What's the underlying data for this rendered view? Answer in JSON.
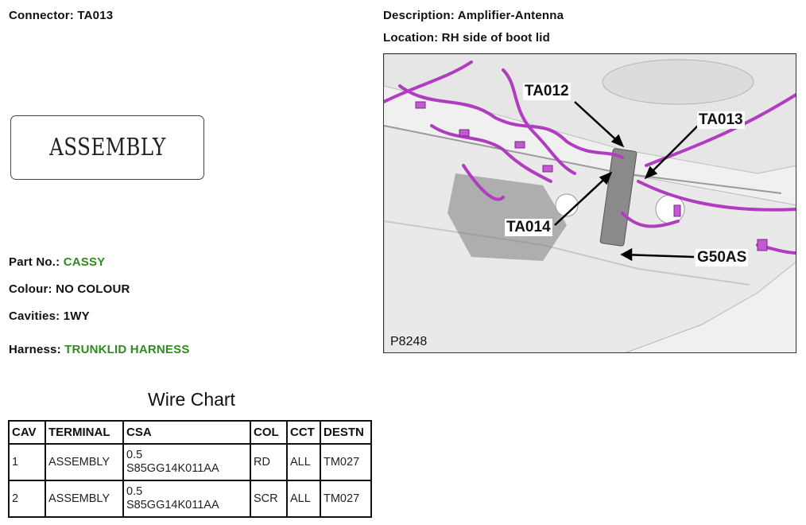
{
  "connector": {
    "label": "Connector:",
    "value": "TA013"
  },
  "description": {
    "label": "Description:",
    "value": "Amplifier-Antenna"
  },
  "location": {
    "label": "Location:",
    "value": "RH side of boot lid"
  },
  "assembly_box": {
    "text": "ASSEMBLY"
  },
  "part_no": {
    "label": "Part No.:",
    "value": "CASSY"
  },
  "colour": {
    "label": "Colour:",
    "value": "NO COLOUR"
  },
  "cavities": {
    "label": "Cavities:",
    "value": "1WY"
  },
  "harness": {
    "label": "Harness:",
    "value": "TRUNKLID HARNESS"
  },
  "photo": {
    "id": "P8248",
    "callouts": {
      "ta012": "TA012",
      "ta013": "TA013",
      "ta014": "TA014",
      "g50as": "G50AS"
    }
  },
  "wire_chart": {
    "title": "Wire Chart",
    "headers": [
      "CAV",
      "TERMINAL",
      "CSA",
      "COL",
      "CCT",
      "DESTN"
    ],
    "rows": [
      {
        "cav": "1",
        "terminal": "ASSEMBLY",
        "csa_size": "0.5",
        "csa_part": "S85GG14K011AA",
        "col": "RD",
        "cct": "ALL",
        "destn": "TM027"
      },
      {
        "cav": "2",
        "terminal": "ASSEMBLY",
        "csa_size": "0.5",
        "csa_part": "S85GG14K011AA",
        "col": "SCR",
        "cct": "ALL",
        "destn": "TM027"
      }
    ]
  },
  "colors": {
    "value_green": "#2e8b1f",
    "harness_wire": "#b03cc0"
  }
}
